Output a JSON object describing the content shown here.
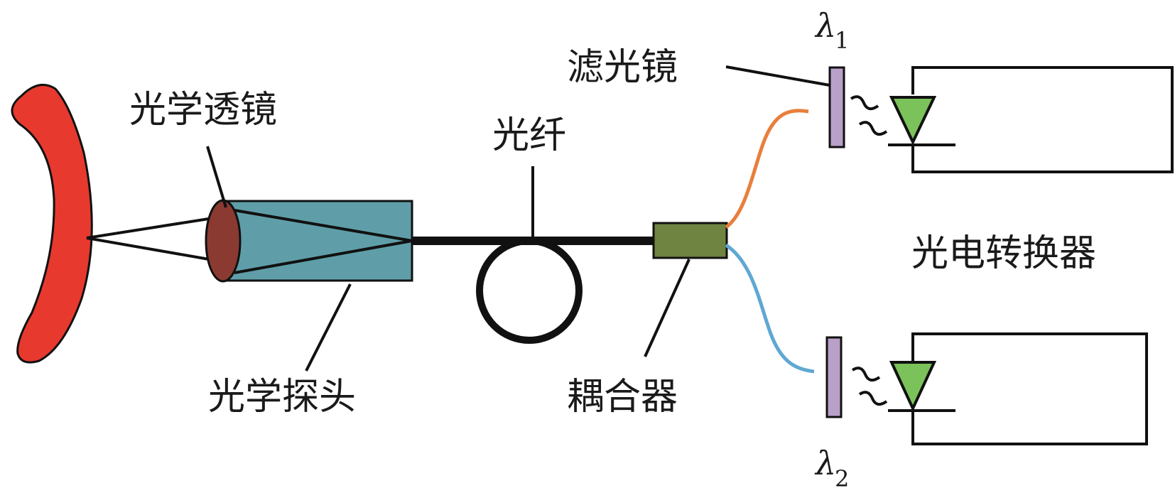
{
  "labels": {
    "lens": "光学透镜",
    "fiber": "光纤",
    "filter": "滤光镜",
    "probe": "光学探头",
    "coupler": "耦合器",
    "converter": "光电转换器",
    "lambda1": "λ",
    "lambda1_sub": "1",
    "lambda2": "λ",
    "lambda2_sub": "2"
  },
  "colors": {
    "target": "#e8392f",
    "lens": "#8b3a32",
    "probe_body": "#5f9ea9",
    "coupler": "#6f8440",
    "filter": "#b8a0c8",
    "diode": "#7bc25a",
    "fiber_upper": "#e87f3c",
    "fiber_lower": "#5fa8d3",
    "line": "#111111"
  }
}
